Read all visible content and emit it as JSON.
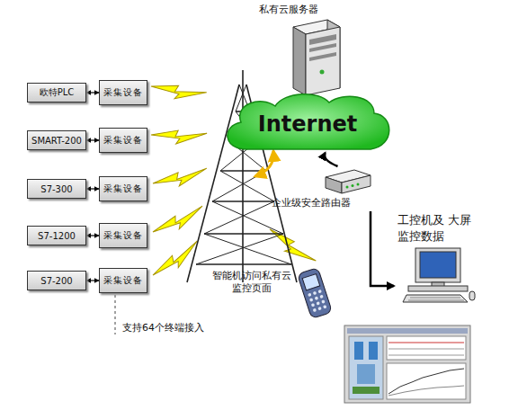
{
  "diagram": {
    "nodes": [
      {
        "text": [
          "欧特PLC"
        ]
      },
      {
        "text": [
          "SMART-200"
        ]
      },
      {
        "text": [
          "S7-300"
        ]
      },
      {
        "text": [
          "S7-1200"
        ]
      },
      {
        "text": [
          "S7-200"
        ]
      },
      {
        "text": [
          "采集设备"
        ]
      },
      {
        "text": [
          "采集设备"
        ]
      },
      {
        "text": [
          "采集设备"
        ]
      },
      {
        "text": [
          "采集设备"
        ]
      },
      {
        "text": [
          "采集设备"
        ]
      },
      {
        "text": [
          "私有云服务器"
        ]
      },
      {
        "text": [
          "Internet"
        ]
      },
      {
        "text": [
          "企业级安全路由器"
        ]
      },
      {
        "text": [
          "智能机访问私有云 监控页面"
        ]
      },
      {
        "text": [
          "工控机及 大屏监控数据"
        ]
      }
    ],
    "edges": [
      {
        "from": 0,
        "to": 5,
        "arrow": "both"
      },
      {
        "from": 1,
        "to": 6,
        "arrow": "both"
      },
      {
        "from": 2,
        "to": 7,
        "arrow": "both"
      },
      {
        "from": 3,
        "to": 8,
        "arrow": "both"
      },
      {
        "from": 4,
        "to": 9,
        "arrow": "both"
      },
      {
        "from": 12,
        "to": 11,
        "arrow": "to"
      },
      {
        "from": 12,
        "to": 14,
        "arrow": "to"
      }
    ],
    "labels": [
      "支持64个终端接入"
    ]
  }
}
